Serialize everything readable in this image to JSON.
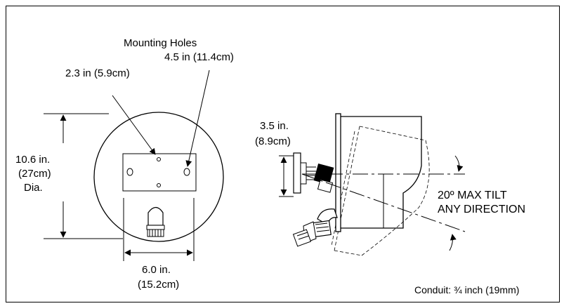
{
  "labels": {
    "mounting_holes": "Mounting Holes",
    "hole_spacing_long": "4.5 in (11.4cm)",
    "hole_spacing_short": "2.3 in (5.9cm)",
    "height_line1": "10.6 in.",
    "height_line2": "(27cm)",
    "height_line3": "Dia.",
    "width_line1": "6.0 in.",
    "width_line2": "(15.2cm)",
    "depth_line1": "3.5 in.",
    "depth_line2": "(8.9cm)",
    "tilt_line1": "20º MAX TILT",
    "tilt_line2": "ANY DIRECTION",
    "conduit": "Conduit: ¾ inch (19mm)"
  }
}
